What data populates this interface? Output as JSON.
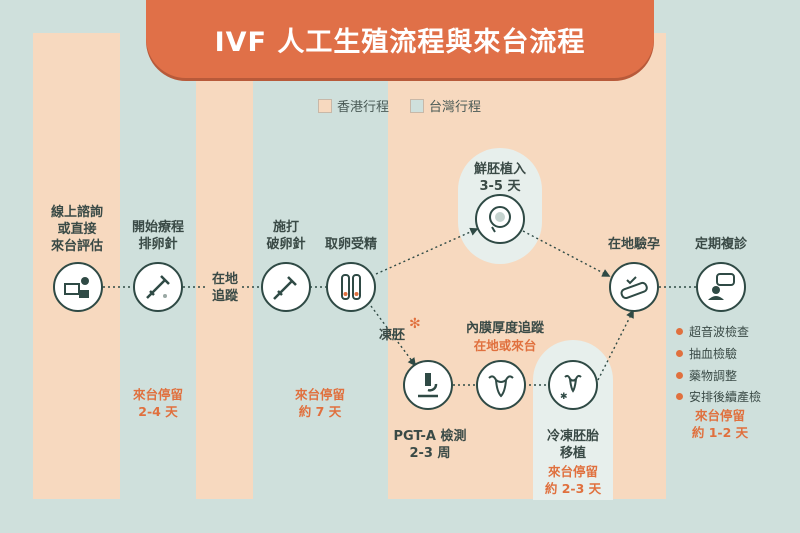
{
  "title": "IVF 人工生殖流程與來台流程",
  "legend": {
    "hk": "香港行程",
    "tw": "台灣行程",
    "hk_color": "#f7d9bf",
    "tw_color": "#cfe0dc"
  },
  "steps": {
    "consult": "線上諮詢\n或直接\n來台評估",
    "start": "開始療程\n排卵針",
    "track": "在地\n追蹤",
    "trigger": "施打\n破卵針",
    "retrieve": "取卵受精",
    "fresh": "鮮胚植入\n3-5 天",
    "freeze": "凍胚",
    "pgt": "PGT-A 檢測\n2-3 周",
    "lining": "內膜厚度追蹤",
    "lining_loc": "在地或來台",
    "fet": "冷凍胚胎\n移植",
    "pregnancy": "在地驗孕",
    "followup": "定期複診"
  },
  "stays": {
    "s1": "來台停留\n2-4 天",
    "s2": "來台停留\n約 7 天",
    "s3": "來台停留\n約 2-3 天",
    "s4": "來台停留\n約 1-2 天"
  },
  "followup_items": [
    "超音波檢查",
    "抽血檢驗",
    "藥物調整",
    "安排後續產檢"
  ]
}
